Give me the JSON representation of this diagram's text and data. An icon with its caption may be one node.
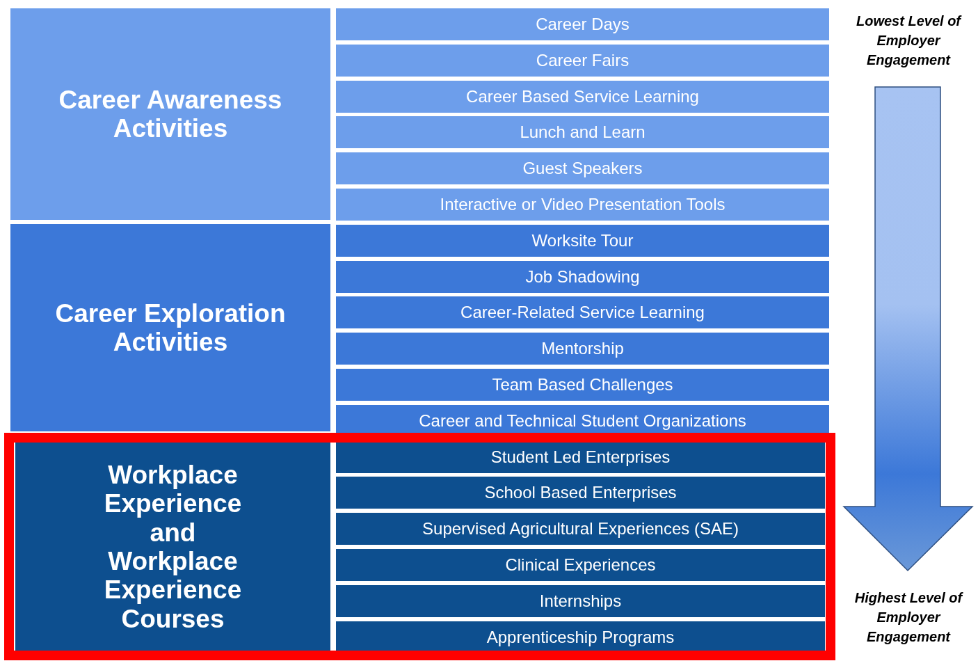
{
  "diagram": {
    "nodes": [
      {
        "text": [
          "Career Awareness Activities"
        ]
      },
      {
        "text": [
          "Career Exploration Activities"
        ]
      },
      {
        "text": [
          "Workplace Experience and Workplace Experience Courses"
        ]
      },
      {
        "text": [
          "Career Days"
        ]
      },
      {
        "text": [
          "Career Fairs"
        ]
      },
      {
        "text": [
          "Career Based Service Learning"
        ]
      },
      {
        "text": [
          "Lunch and Learn"
        ]
      },
      {
        "text": [
          "Guest Speakers"
        ]
      },
      {
        "text": [
          "Interactive or Video Presentation Tools"
        ]
      },
      {
        "text": [
          "Worksite Tour"
        ]
      },
      {
        "text": [
          "Job Shadowing"
        ]
      },
      {
        "text": [
          "Career-Related Service Learning"
        ]
      },
      {
        "text": [
          "Mentorship"
        ]
      },
      {
        "text": [
          "Team Based Challenges"
        ]
      },
      {
        "text": [
          "Career and Technical Student Organizations"
        ]
      },
      {
        "text": [
          "Student Led Enterprises"
        ]
      },
      {
        "text": [
          "School Based Enterprises"
        ]
      },
      {
        "text": [
          "Supervised Agricultural Experiences (SAE)"
        ]
      },
      {
        "text": [
          "Clinical Experiences"
        ]
      },
      {
        "text": [
          "Internships"
        ]
      },
      {
        "text": [
          "Apprenticeship Programs"
        ]
      }
    ],
    "labels": [
      "Lowest Level of Employer Engagement",
      "Highest Level of Employer Engagement"
    ]
  }
}
